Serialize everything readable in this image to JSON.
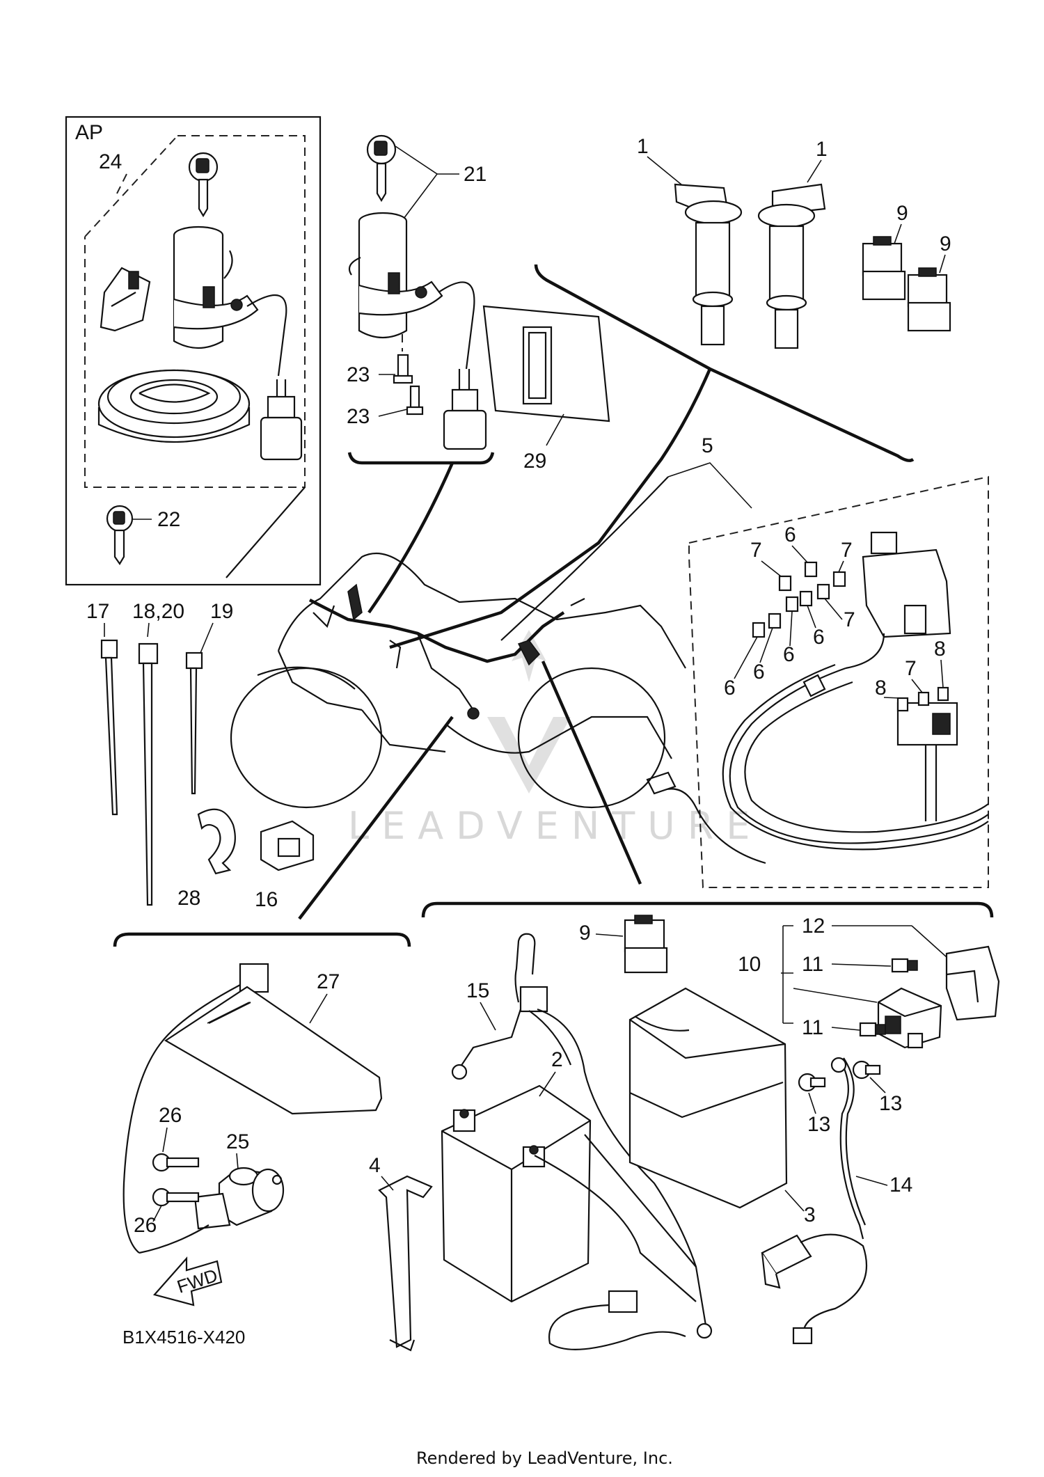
{
  "diagram": {
    "code": "B1X4516-X420",
    "footer": "Rendered by LeadVenture, Inc.",
    "watermark": "LEADVENTURE",
    "group_label": "AP",
    "fwd_label": "FWD",
    "labels": {
      "p1a": "1",
      "p1b": "1",
      "p2": "2",
      "p3": "3",
      "p4": "4",
      "p5": "5",
      "p6a": "6",
      "p6b": "6",
      "p6c": "6",
      "p6d": "6",
      "p6e": "6",
      "p7a": "7",
      "p7b": "7",
      "p7c": "7",
      "p7d": "7",
      "p8a": "8",
      "p8b": "8",
      "p9a": "9",
      "p9b": "9",
      "p9c": "9",
      "p10": "10",
      "p11a": "11",
      "p11b": "11",
      "p12": "12",
      "p13a": "13",
      "p13b": "13",
      "p14": "14",
      "p15": "15",
      "p16": "16",
      "p17": "17",
      "p18": "18,20",
      "p19": "19",
      "p21": "21",
      "p22": "22",
      "p23a": "23",
      "p23b": "23",
      "p24": "24",
      "p25": "25",
      "p26a": "26",
      "p26b": "26",
      "p27": "27",
      "p28": "28",
      "p29": "29"
    }
  }
}
